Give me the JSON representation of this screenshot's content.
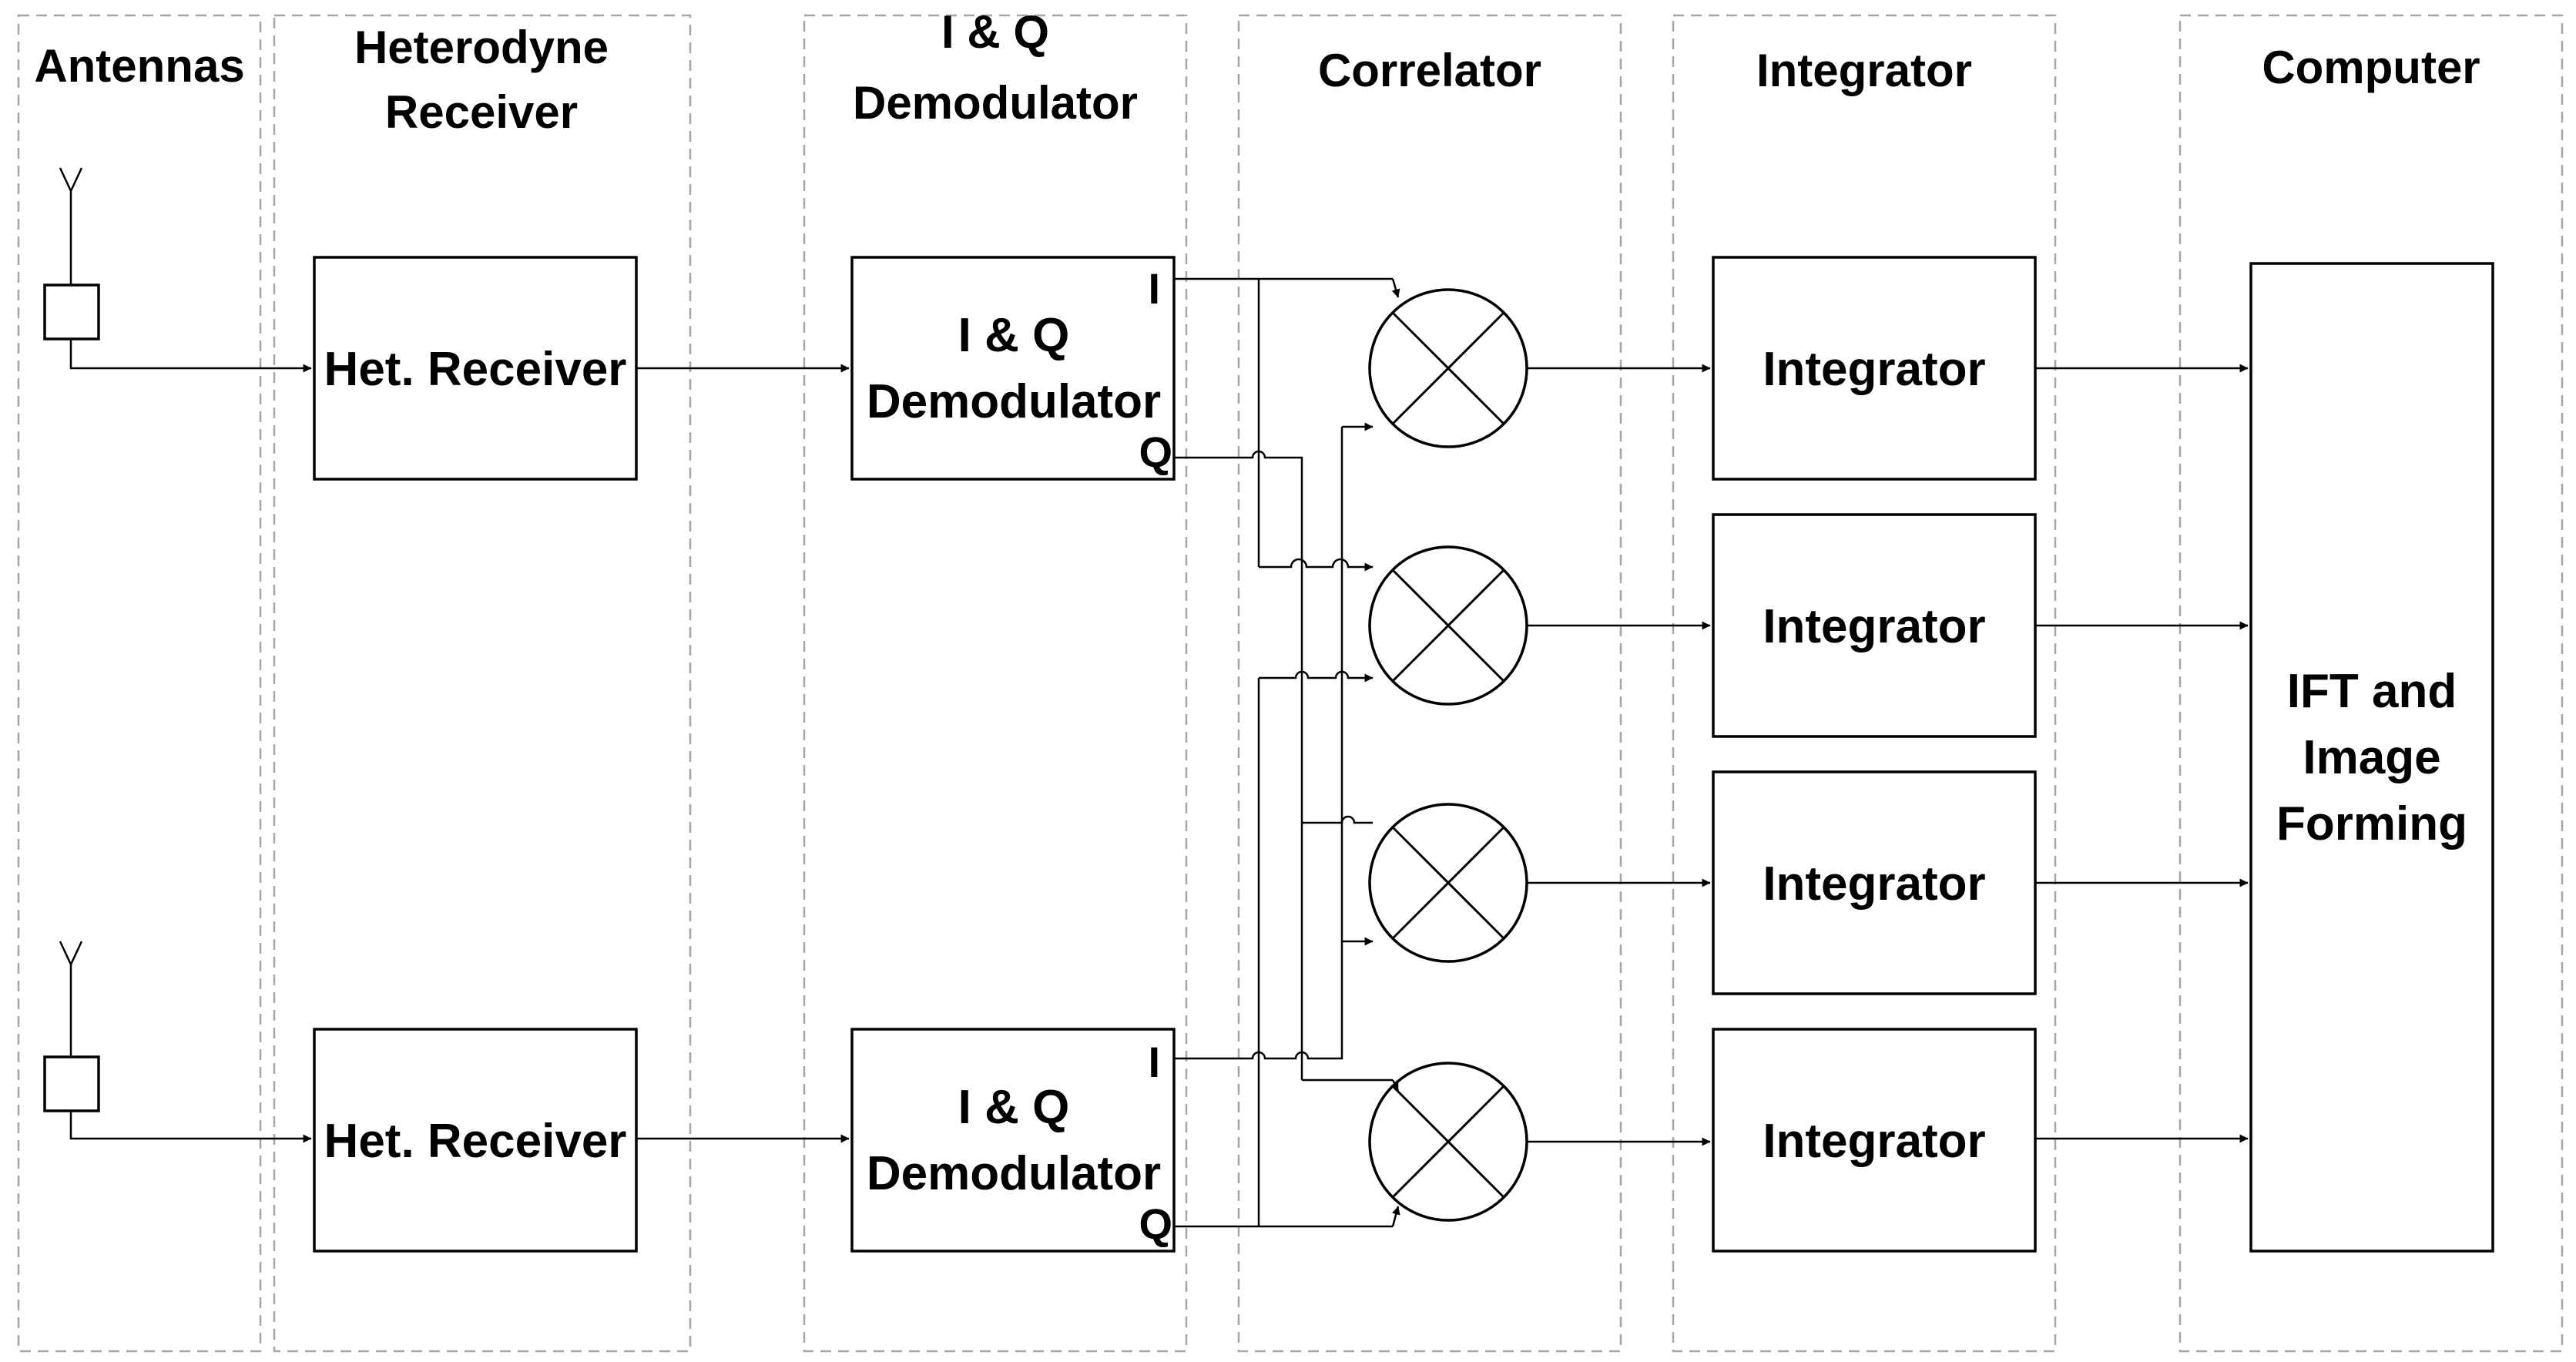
{
  "headers": {
    "antennas": "Antennas",
    "heterodyne": [
      "Heterodyne",
      "Receiver"
    ],
    "iq": [
      "I & Q",
      "Demodulator"
    ],
    "correlator": "Correlator",
    "integrator": "Integrator",
    "computer": "Computer"
  },
  "het_receiver_label": "Het. Receiver",
  "iq_label": [
    "I & Q",
    "Demodulator"
  ],
  "port_i": "I",
  "port_q": "Q",
  "integrator_label": "Integrator",
  "computer_label": [
    "IFT and",
    "Image",
    "Forming"
  ],
  "colors": {
    "panel_border": "#a6a6a6",
    "line": "#000000",
    "background": "#ffffff"
  }
}
